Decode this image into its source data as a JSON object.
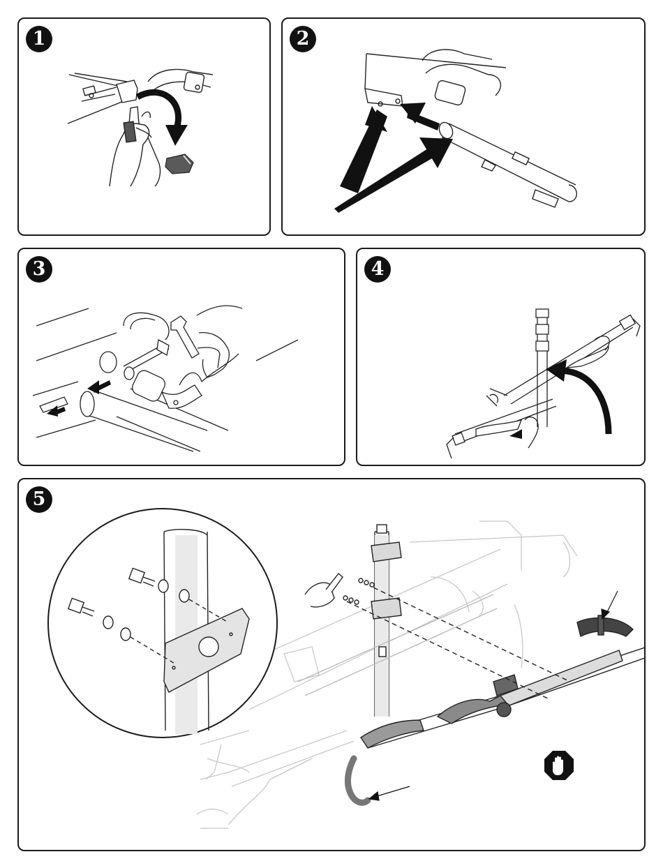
{
  "steps": [
    {
      "number": "1"
    },
    {
      "number": "2"
    },
    {
      "number": "3"
    },
    {
      "number": "4"
    },
    {
      "number": "5"
    }
  ],
  "icons": {
    "stop": "stop-hand-icon"
  },
  "colors": {
    "border": "#1a1a1a",
    "ink": "#111111",
    "faded_line": "#c8c8c8",
    "part_gray": "#8a8a8a"
  }
}
